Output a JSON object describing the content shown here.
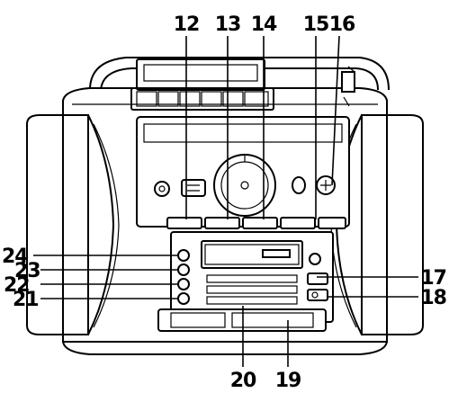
{
  "callouts": {
    "c12": "12",
    "c13": "13",
    "c14": "14",
    "c15": "15",
    "c16": "16",
    "c17": "17",
    "c18": "18",
    "c19": "19",
    "c20": "20",
    "c21": "21",
    "c22": "22",
    "c23": "23",
    "c24": "24"
  }
}
